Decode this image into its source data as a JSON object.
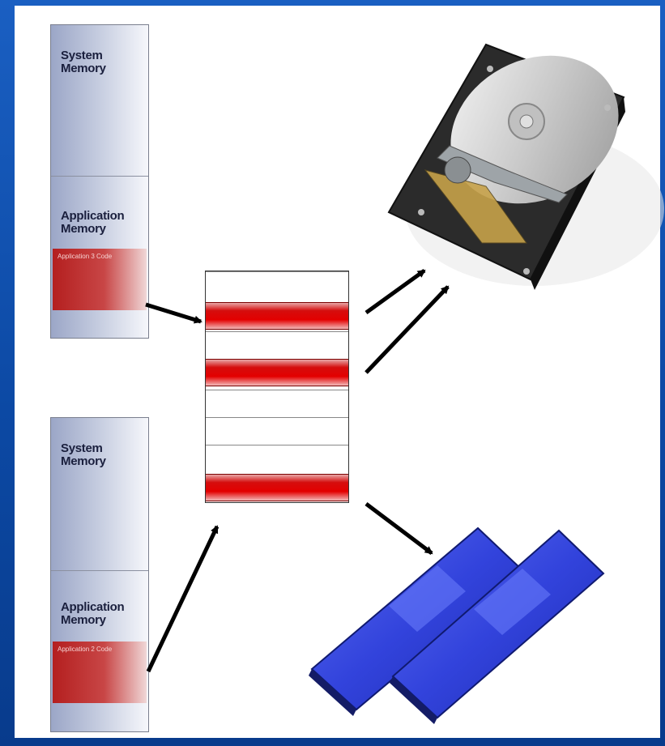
{
  "diagram": {
    "process_1": {
      "system_memory_label": "System Memory",
      "application_memory_label": "Application Memory",
      "code_label": "Application 3 Code"
    },
    "process_2": {
      "system_memory_label": "System Memory",
      "application_memory_label": "Application Memory",
      "code_label": "Application 2 Code"
    },
    "page_table": {
      "rows": [
        "empty",
        "mapped",
        "empty",
        "mapped",
        "empty",
        "empty",
        "empty",
        "mapped"
      ]
    },
    "colors": {
      "background_blue": "#0d4aa6",
      "mapped_page_red": "#e30000",
      "ram_blue": "#2e3fd8"
    },
    "icons": [
      "hard-disk-icon",
      "ram-module-icon"
    ]
  }
}
